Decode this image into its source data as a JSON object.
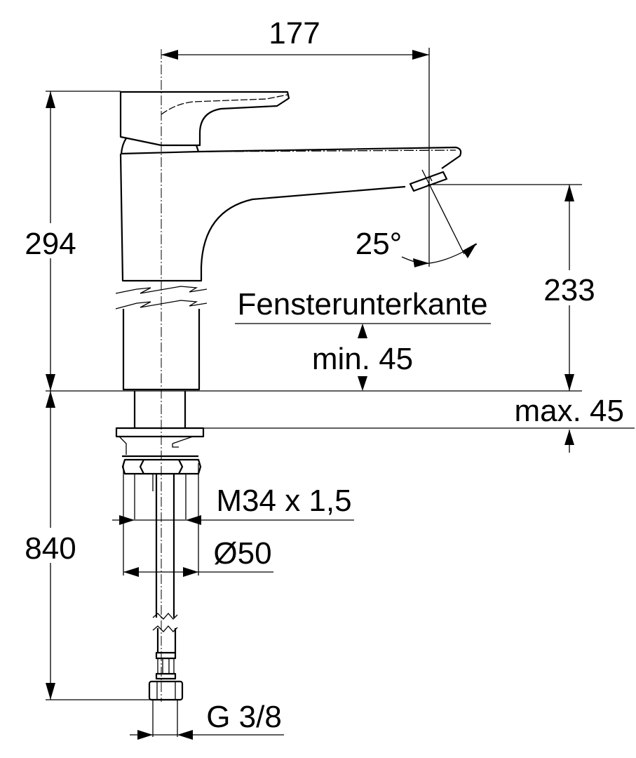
{
  "drawing": {
    "dimensions": {
      "overall_width": "177",
      "total_height": "294",
      "spout_height": "233",
      "under_length": "840",
      "angle": "25°",
      "max_thickness": "max. 45",
      "min_clearance": "min. 45",
      "thread": "M34 x 1,5",
      "diameter": "Ø50",
      "connection": "G 3/8"
    },
    "labels": {
      "window_sill": "Fensterunterkante"
    }
  }
}
